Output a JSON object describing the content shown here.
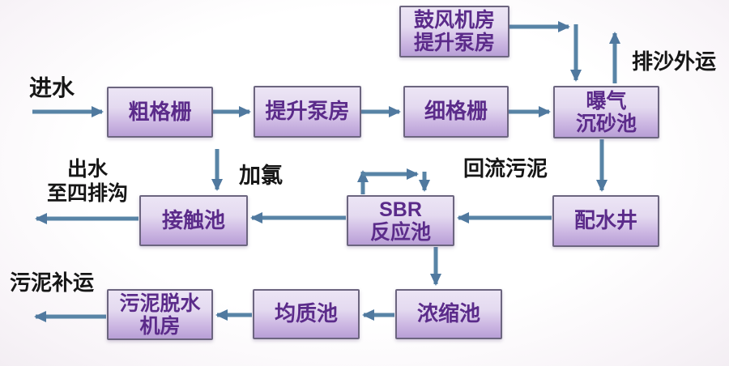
{
  "diagram": {
    "type": "process-flow",
    "language": "zh-CN",
    "subject": "wastewater treatment plant process flow",
    "nodes": {
      "blower_room": {
        "label": "鼓风机房\n提升泵房"
      },
      "coarse_screen": {
        "label": "粗格栅"
      },
      "lift_pump_house": {
        "label": "提升泵房"
      },
      "fine_screen": {
        "label": "细格栅"
      },
      "aerated_grit_chamber": {
        "label": "曝气\n沉砂池"
      },
      "contact_tank": {
        "label": "接触池"
      },
      "sbr_reactor": {
        "label": "SBR\n反应池"
      },
      "distribution_well": {
        "label": "配水井"
      },
      "sludge_dewatering_room": {
        "label": "污泥脱水\n机房"
      },
      "homogenization_tank": {
        "label": "均质池"
      },
      "thickening_tank": {
        "label": "浓缩池"
      }
    },
    "labels": {
      "inlet": "进水",
      "sand_removal": "排沙外运",
      "outlet": "出水\n至四排沟",
      "chlorination": "加氯",
      "return_sludge": "回流污泥",
      "sludge_transport": "污泥补运"
    },
    "colors": {
      "box_gradient_top": "#ece5f5",
      "box_gradient_bottom": "#b89fd6",
      "box_border": "#6c657f",
      "box_text": "#5b2b8a",
      "arrow": "#5884a6",
      "label_text": "#161616",
      "background": "#fdfbfd"
    }
  }
}
